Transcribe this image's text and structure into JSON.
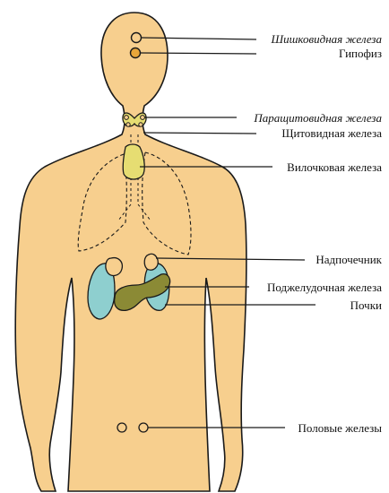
{
  "labels": {
    "pineal": "Шишковидная железа",
    "pituitary": "Гипофиз",
    "parathyroid": "Паращитовидная железа",
    "thyroid": "Щитовидная железа",
    "thymus": "Вилочковая железа",
    "adrenal": "Надпочечник",
    "pancreas": "Поджелудочная железа",
    "kidneys": "Почки",
    "gonads": "Половые железы"
  },
  "colors": {
    "body": "#f7cf8e",
    "outline": "#1a1a1a",
    "thyroid_thymus": "#e6dd72",
    "kidney": "#8ecfcf",
    "pancreas": "#8b8a35",
    "pituitary": "#e8a63a"
  }
}
